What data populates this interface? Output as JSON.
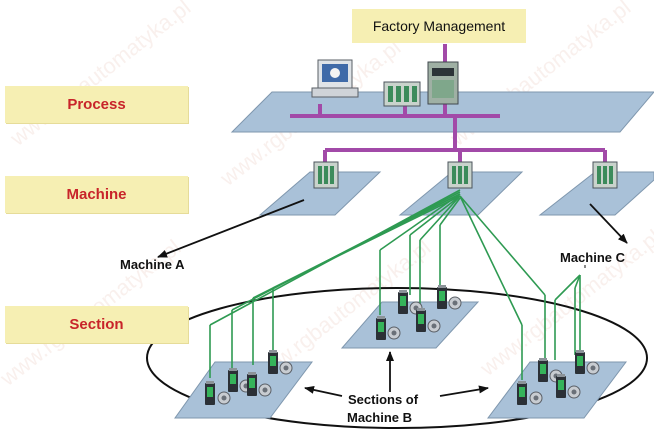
{
  "levels": {
    "process": "Process",
    "machine": "Machine",
    "section": "Section"
  },
  "factory_management": "Factory Management",
  "callouts": {
    "machine_a": "Machine A",
    "machine_c": "Machine C",
    "sections_b_line1": "Sections of",
    "sections_b_line2": "Machine B"
  },
  "watermark": "www.rgbautomatyka.pl",
  "colors": {
    "label_fill": "#f6efb3",
    "label_text": "#c8242a",
    "platform": "#a9c1d8",
    "bus": "#a24aa8",
    "cable": "#2e9a52"
  }
}
